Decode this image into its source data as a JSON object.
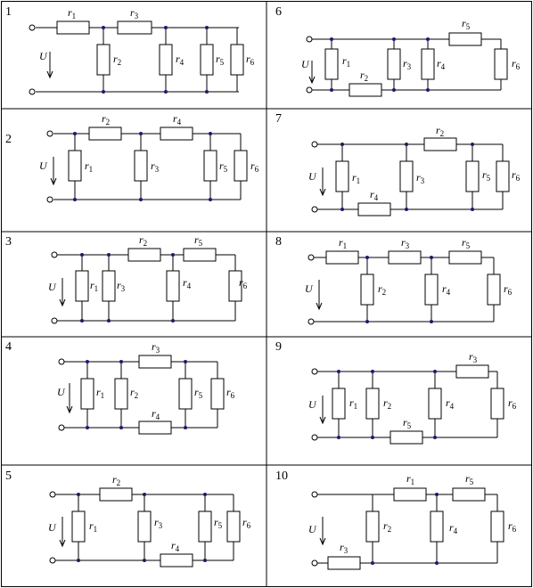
{
  "table": {
    "variants": [
      {
        "number": "1",
        "labels": {
          "r1": "r1",
          "r3": "r3",
          "r2": "r2",
          "r4": "r4",
          "r5": "r5",
          "r6": "r6",
          "U": "U"
        }
      },
      {
        "number": "2",
        "labels": {
          "r2": "r2",
          "r4": "r4",
          "r1": "r1",
          "r3": "r3",
          "r5": "r5",
          "r6": "r6",
          "U": "U"
        }
      },
      {
        "number": "3",
        "labels": {
          "r2": "r2",
          "r5": "r5",
          "r1": "r1",
          "r3": "r3",
          "r4": "r4",
          "r6": "r6",
          "U": "U"
        }
      },
      {
        "number": "4",
        "labels": {
          "r3": "r3",
          "r1": "r1",
          "r2": "r2",
          "r5": "r5",
          "r6": "r6",
          "r4": "r4",
          "U": "U"
        }
      },
      {
        "number": "5",
        "labels": {
          "r2": "r2",
          "r1": "r1",
          "r3": "r3",
          "r5": "r5",
          "r6": "r6",
          "r4": "r4",
          "U": "U"
        }
      },
      {
        "number": "6",
        "labels": {
          "r5": "r5",
          "r1": "r1",
          "r3": "r3",
          "r4": "r4",
          "r6": "r6",
          "r2": "r2",
          "U": "U"
        }
      },
      {
        "number": "7",
        "labels": {
          "r2": "r2",
          "r1": "r1",
          "r3": "r3",
          "r5": "r5",
          "r6": "r6",
          "r4": "r4",
          "U": "U"
        }
      },
      {
        "number": "8",
        "labels": {
          "r1": "r1",
          "r3": "r3",
          "r5": "r5",
          "r2": "r2",
          "r4": "r4",
          "r6": "r6",
          "U": "U"
        }
      },
      {
        "number": "9",
        "labels": {
          "r3": "r3",
          "r1": "r1",
          "r2": "r2",
          "r4": "r4",
          "r6": "r6",
          "r5": "r5",
          "U": "U"
        }
      },
      {
        "number": "10",
        "labels": {
          "r1": "r1",
          "r5": "r5",
          "r2": "r2",
          "r4": "r4",
          "r6": "r6",
          "r3": "r3",
          "U": "U"
        }
      }
    ]
  },
  "colors": {
    "line": "#000000",
    "resistor_fill": "#ffffff",
    "node": "#1a1a6e"
  }
}
